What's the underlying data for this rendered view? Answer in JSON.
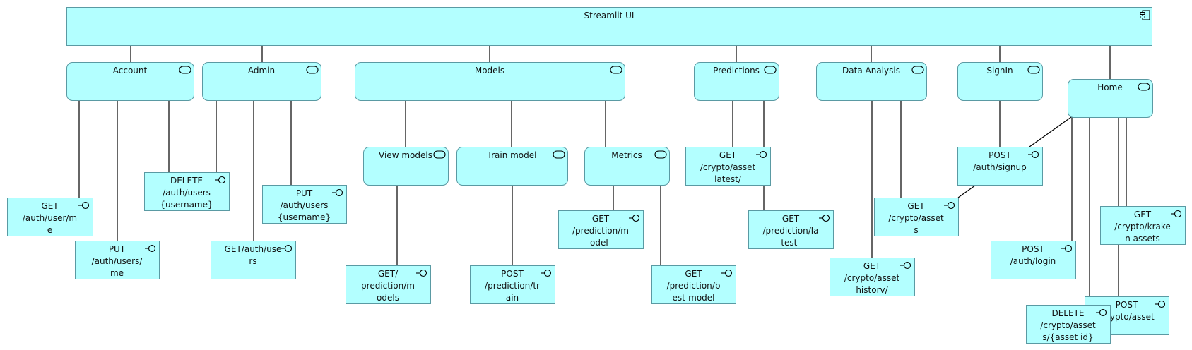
{
  "colors": {
    "fill": "#B3FFFF",
    "stroke": "#5a9aa3",
    "line": "#000000",
    "text": "#111111"
  },
  "diagram": {
    "root": {
      "id": "ui",
      "label": "Streamlit UI",
      "icon": "component-icon"
    },
    "pages": [
      {
        "id": "account",
        "label": "Account",
        "icon": "service-icon"
      },
      {
        "id": "admin",
        "label": "Admin",
        "icon": "service-icon"
      },
      {
        "id": "models",
        "label": "Models",
        "icon": "service-icon"
      },
      {
        "id": "predictions",
        "label": "Predictions",
        "icon": "service-icon"
      },
      {
        "id": "data-analysis",
        "label": "Data Analysis",
        "icon": "service-icon"
      },
      {
        "id": "signin",
        "label": "SignIn",
        "icon": "service-icon"
      },
      {
        "id": "home",
        "label": "Home",
        "icon": "service-icon"
      }
    ],
    "subpages": [
      {
        "id": "view-models",
        "label": "View models",
        "icon": "service-icon"
      },
      {
        "id": "train-model",
        "label": "Train model",
        "icon": "service-icon"
      },
      {
        "id": "metrics",
        "label": "Metrics",
        "icon": "service-icon"
      }
    ],
    "endpoints": [
      {
        "id": "ep-get-auth-user-me",
        "lines": [
          "GET",
          "/auth/user/m",
          "e"
        ],
        "icon": "interface-icon"
      },
      {
        "id": "ep-put-auth-users-me",
        "lines": [
          "PUT",
          "/auth/users/",
          "me"
        ],
        "icon": "interface-icon"
      },
      {
        "id": "ep-delete-auth-users",
        "lines": [
          "DELETE",
          "/auth/users",
          "{username}"
        ],
        "icon": "interface-icon"
      },
      {
        "id": "ep-get-auth-users",
        "lines": [
          "GET/auth/use",
          "rs"
        ],
        "icon": "interface-icon"
      },
      {
        "id": "ep-put-auth-users-username",
        "lines": [
          "PUT",
          "/auth/users",
          "{username}"
        ],
        "icon": "interface-icon"
      },
      {
        "id": "ep-get-prediction-models",
        "lines": [
          "GET/",
          "prediction/m",
          "odels"
        ],
        "icon": "interface-icon"
      },
      {
        "id": "ep-post-prediction-train",
        "lines": [
          "POST",
          "/prediction/tr",
          "ain"
        ],
        "icon": "interface-icon"
      },
      {
        "id": "ep-get-prediction-model",
        "lines": [
          "GET",
          "/prediction/m",
          "odel-"
        ],
        "icon": "interface-icon"
      },
      {
        "id": "ep-get-prediction-best-model",
        "lines": [
          "GET",
          "/prediction/b",
          "est-model"
        ],
        "icon": "interface-icon"
      },
      {
        "id": "ep-get-crypto-asset-latest",
        "lines": [
          "GET",
          "/crypto/asset",
          "latest/"
        ],
        "icon": "interface-icon"
      },
      {
        "id": "ep-get-prediction-latest",
        "lines": [
          "GET",
          "/prediction/la",
          "test-"
        ],
        "icon": "interface-icon"
      },
      {
        "id": "ep-get-crypto-assets",
        "lines": [
          "GET",
          "/crypto/asset",
          "s"
        ],
        "icon": "interface-icon"
      },
      {
        "id": "ep-get-crypto-asset-history",
        "lines": [
          "GET",
          "/crypto/asset",
          "historv/"
        ],
        "icon": "interface-icon"
      },
      {
        "id": "ep-post-auth-signup",
        "lines": [
          "POST",
          "/auth/signup"
        ],
        "icon": "interface-icon"
      },
      {
        "id": "ep-post-auth-login",
        "lines": [
          "POST",
          "/auth/login"
        ],
        "icon": "interface-icon"
      },
      {
        "id": "ep-get-crypto-kraken-assets",
        "lines": [
          "GET",
          "/crypto/krake",
          "n assets"
        ],
        "icon": "interface-icon"
      },
      {
        "id": "ep-post-crypto-asset",
        "lines": [
          "POST",
          "/crypto/asset"
        ],
        "icon": "interface-icon"
      },
      {
        "id": "ep-delete-crypto-assets-id",
        "lines": [
          "DELETE",
          "/crypto/asset",
          "s/{asset id}"
        ],
        "icon": "interface-icon"
      }
    ]
  }
}
